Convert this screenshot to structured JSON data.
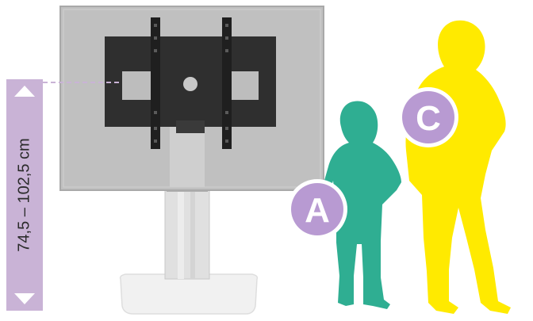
{
  "height_range": {
    "label": "74,5 – 102,5 cm"
  },
  "figures": [
    {
      "badge": "A",
      "color": "#2fae92"
    },
    {
      "badge": "C",
      "color": "#ffea00"
    }
  ],
  "colors": {
    "range_bar": "#c9b3d6",
    "badge_fill": "#b89ad2",
    "screen": "#c0c0c0",
    "bracket": "#2f2f2f",
    "column": "#dcdcdc",
    "base": "#f1f1f1"
  },
  "icons": {
    "up": "arrow-up-icon",
    "down": "arrow-down-icon"
  }
}
